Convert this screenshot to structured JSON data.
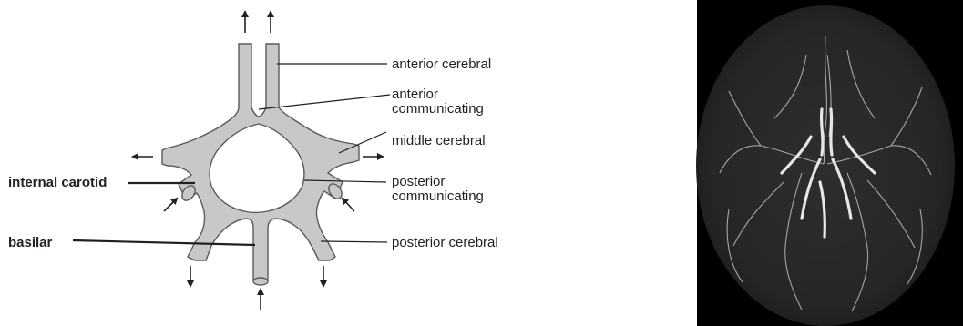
{
  "diagram": {
    "labels_right": {
      "anterior_cerebral": "anterior cerebral",
      "anterior_communicating_1": "anterior",
      "anterior_communicating_2": "communicating",
      "middle_cerebral": "middle cerebral",
      "posterior_communicating_1": "posterior",
      "posterior_communicating_2": "communicating",
      "posterior_cerebral": "posterior cerebral"
    },
    "labels_left": {
      "internal_carotid": "internal carotid",
      "basilar": "basilar"
    },
    "colors": {
      "vessel_fill": "#c8c8c8",
      "vessel_stroke": "#5a5a5a",
      "ink": "#231f20"
    }
  },
  "photo": {
    "description_icon": "angiogram-image",
    "background": "#000000"
  }
}
